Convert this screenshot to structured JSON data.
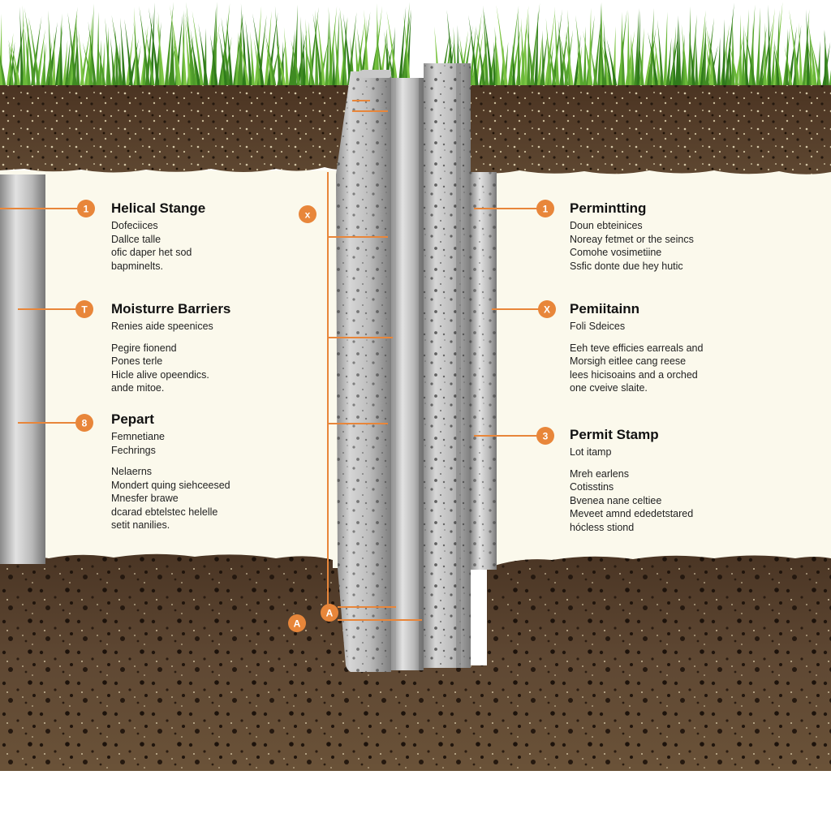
{
  "colors": {
    "accent": "#e8863a",
    "panel": "#fbf9ec",
    "grass": "#4e9a2a",
    "topsoil": "#4a3424",
    "subsoil": "#5b4430",
    "concrete": "#b4b4b4"
  },
  "markers": {
    "left_1": "1",
    "left_2": "T",
    "left_3": "8",
    "center_top": "x",
    "bottom_a": "A",
    "bottom_b": "A",
    "right_1": "1",
    "right_2": "X",
    "right_3": "3"
  },
  "left_panel": {
    "sections": [
      {
        "heading": "Helical Stange",
        "lines": [
          "Dofeciices",
          "Dallce talle",
          "ofic daper het sod",
          "bapminelts."
        ]
      },
      {
        "heading": "Moisturre Barriers",
        "lines": [
          "Renies aide speenices",
          "",
          "Pegire fionend",
          "Pones terle",
          "Hicle alive opeendics.",
          "ande mitoe."
        ]
      },
      {
        "heading": "Pepart",
        "lines": [
          "Femnetiane",
          "Fechrings",
          "",
          "Nelaerns",
          "Mondert quing siehceesed",
          "Mnesfer brawe",
          "dcarad ebtelstec helelle",
          "setit nanilies."
        ]
      }
    ]
  },
  "right_panel": {
    "sections": [
      {
        "heading": "Permintting",
        "lines": [
          "Doun ebteinices",
          "Noreay fetmet or the seincs",
          "Comohe vosimetiine",
          "Ssfic donte due hey hutic"
        ]
      },
      {
        "heading": "Pemiitainn",
        "lines": [
          "Foli Sdeices",
          "",
          "Eeh teve efficies earreals and",
          "Morsigh eitlee cang reese",
          "lees hicisoains and a orched",
          "one cveive slaite."
        ]
      },
      {
        "heading": "Permit Stamp",
        "lines": [
          "Lot itamp",
          "",
          "Mreh earlens",
          "Cotisstins",
          "Bvenea nane celtiee",
          "Meveet amnd ededetstared",
          "hócless stiond"
        ]
      }
    ]
  }
}
